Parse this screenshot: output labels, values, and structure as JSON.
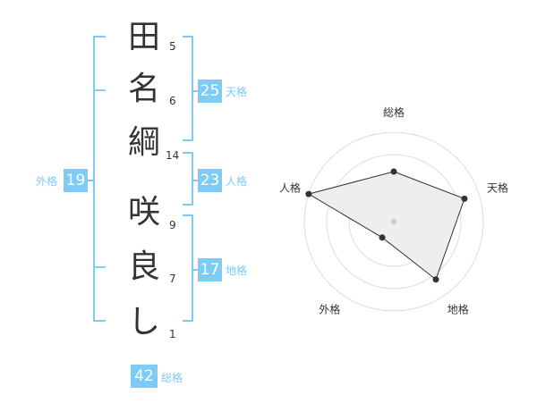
{
  "name": {
    "chars": [
      {
        "char": "田",
        "strokes": "5"
      },
      {
        "char": "名",
        "strokes": "6"
      },
      {
        "char": "綱",
        "strokes": "14"
      },
      {
        "char": "咲",
        "strokes": "9"
      },
      {
        "char": "良",
        "strokes": "7"
      },
      {
        "char": "し",
        "strokes": "1"
      }
    ]
  },
  "kaku": {
    "tenkaku": {
      "value": "25",
      "label": "天格"
    },
    "jinkaku": {
      "value": "23",
      "label": "人格"
    },
    "chikaku": {
      "value": "17",
      "label": "地格"
    },
    "gaikaku": {
      "value": "19",
      "label": "外格"
    },
    "soukaku": {
      "value": "42",
      "label": "総格"
    }
  },
  "colors": {
    "accent": "#7ecbf5",
    "text": "#333333",
    "radar_fill": "#eeeeee",
    "grid": "#dddddd"
  },
  "chart_data": {
    "type": "radar",
    "axes": [
      "総格",
      "天格",
      "地格",
      "外格",
      "人格"
    ],
    "values": [
      0.56,
      0.83,
      0.8,
      0.22,
      1.0
    ],
    "range": [
      0,
      1
    ],
    "grid_rings": 4
  }
}
